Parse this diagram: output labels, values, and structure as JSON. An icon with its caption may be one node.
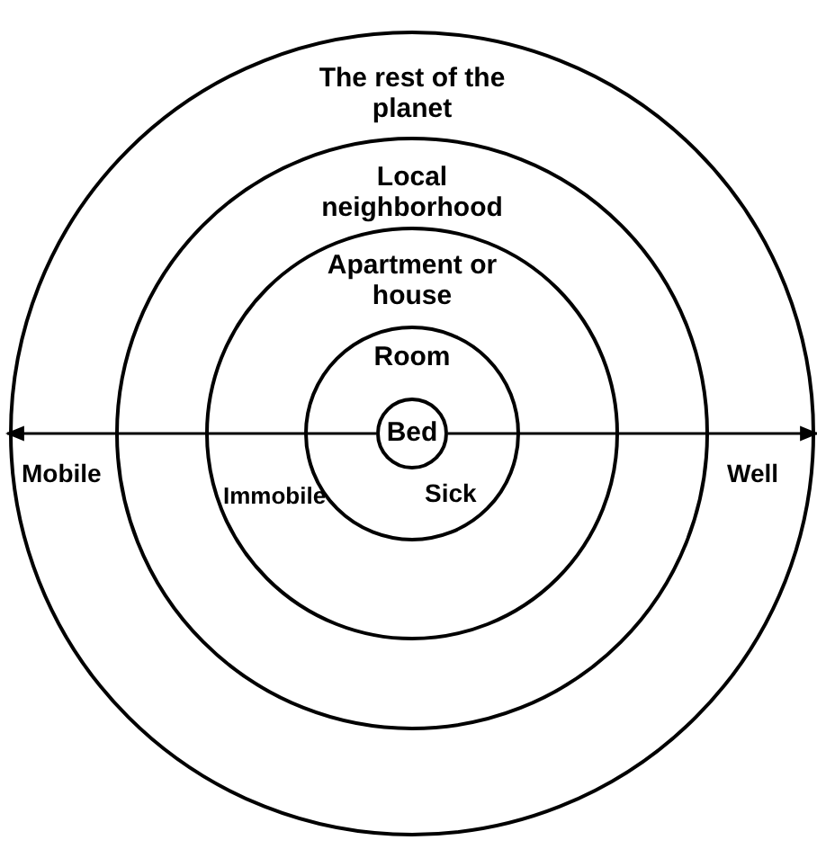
{
  "diagram": {
    "nodes": [
      {
        "text": [
          "The rest of the planet"
        ]
      },
      {
        "text": [
          "Local neighborhood"
        ],
        "in": 0
      },
      {
        "text": [
          "Apartment or house"
        ],
        "in": 1
      },
      {
        "text": [
          "Room"
        ],
        "in": 2
      },
      {
        "text": [
          "Bed"
        ],
        "in": 3
      }
    ],
    "edges": [
      {
        "from": 4,
        "to": 0,
        "arrow": "to"
      },
      {
        "from": 4,
        "to": 0,
        "arrow": "to"
      }
    ],
    "labels": [
      "Mobile",
      "Immobile",
      "Sick",
      "Well"
    ]
  }
}
